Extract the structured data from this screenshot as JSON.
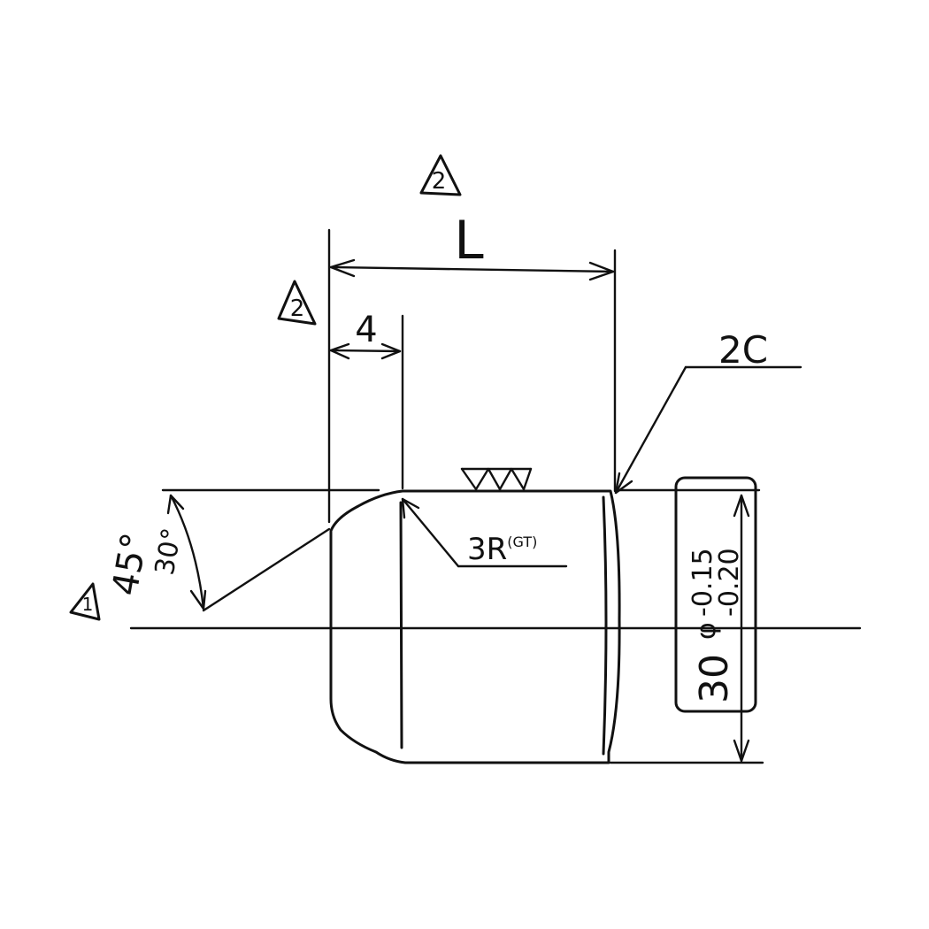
{
  "drawing": {
    "length_label": "L",
    "revision_mark_top": "2",
    "revision_mark_left": "2",
    "revision_mark_angle": "1",
    "step_length": "4",
    "chamfer_note": "2C",
    "radius_note": "3R",
    "radius_note_suffix": "(GT)",
    "angle_primary": "45°",
    "angle_secondary": "30°",
    "diameter_base": "30",
    "diameter_symbol": "φ",
    "tolerance_upper": "-0.15",
    "tolerance_lower": "-0.20",
    "colors": {
      "ink": "#111111",
      "paper": "#ffffff"
    }
  }
}
